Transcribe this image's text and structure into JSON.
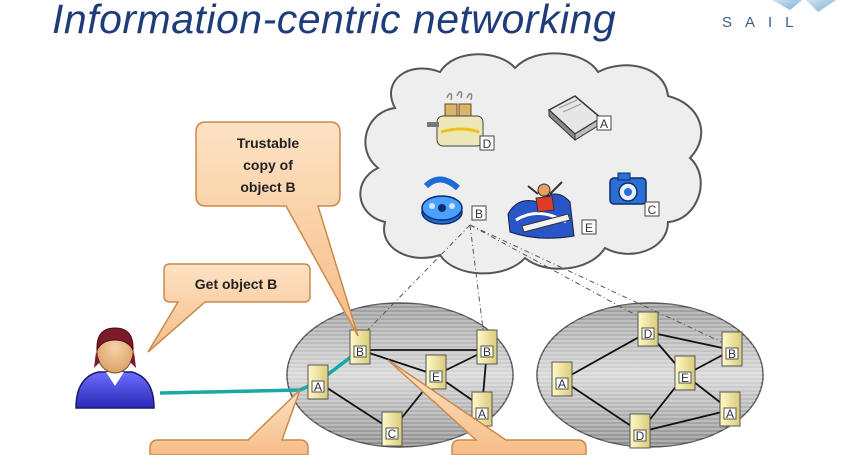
{
  "title": "Information-centric networking",
  "logo": {
    "text": "SAIL"
  },
  "callouts": {
    "trustable_copy": [
      "Trustable",
      "copy of",
      "object B"
    ],
    "get_object": "Get object B"
  },
  "cloud_objects": [
    {
      "icon": "toaster-icon",
      "tag": "D"
    },
    {
      "icon": "book-icon",
      "tag": "A"
    },
    {
      "icon": "film-reel-icon",
      "tag": "B"
    },
    {
      "icon": "surfer-icon",
      "tag": "E"
    },
    {
      "icon": "camera-icon",
      "tag": "C"
    }
  ],
  "network_left_servers": [
    "B",
    "A",
    "E",
    "B",
    "A",
    "C"
  ],
  "network_right_servers": [
    "D",
    "A",
    "E",
    "B",
    "A",
    "D"
  ],
  "colors": {
    "callout_fill": "#fbd0a4",
    "callout_stroke": "#d9a066",
    "cloud_fill": "#eeeeee",
    "user_path": "#1aa7a7",
    "title": "#1f3c7a"
  }
}
